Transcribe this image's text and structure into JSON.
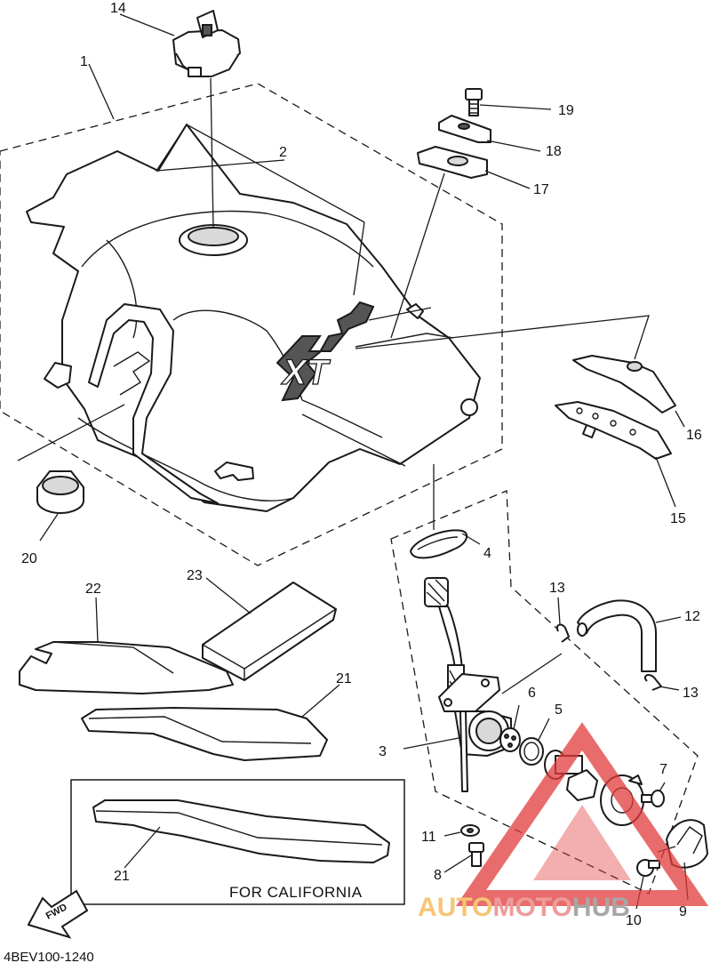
{
  "diagram": {
    "callouts": {
      "n1": "1",
      "n2": "2",
      "n3": "3",
      "n4": "4",
      "n5": "5",
      "n6": "6",
      "n7": "7",
      "n8": "8",
      "n9": "9",
      "n10": "10",
      "n11": "11",
      "n12": "12",
      "n13a": "13",
      "n13b": "13",
      "n14": "14",
      "n15": "15",
      "n16": "16",
      "n17": "17",
      "n18": "18",
      "n19": "19",
      "n20": "20",
      "n21a": "21",
      "n21b": "21",
      "n22": "22",
      "n23": "23"
    },
    "note_label": "FOR CALIFORNIA",
    "fwd_label": "FWD",
    "drawing_code": "4BEV100-1240",
    "emblem_text": "XT"
  },
  "watermark": {
    "part1": "AUTO",
    "part2": "MOTO",
    "part3": "HUB",
    "colors": {
      "auto": "#f4b24a",
      "moto": "#e87a7a",
      "hub": "#8a8a8a",
      "triangle": "#e23b3b"
    }
  }
}
